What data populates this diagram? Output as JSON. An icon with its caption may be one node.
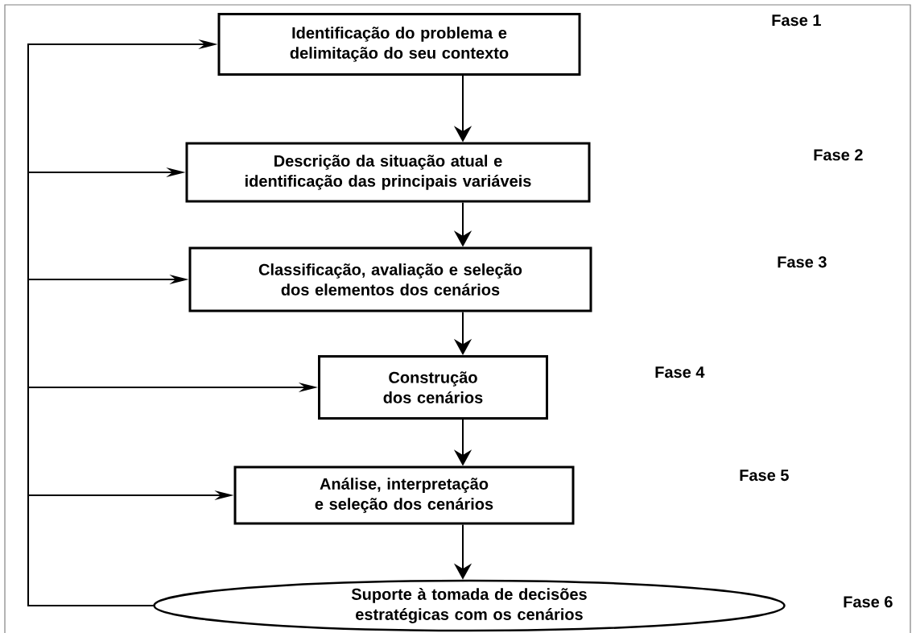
{
  "diagram": {
    "nodes": [
      {
        "text": [
          "Identificação do problema e delimitação do seu contexto"
        ]
      },
      {
        "text": [
          "Descrição da situação atual e identificação das principais variáveis"
        ]
      },
      {
        "text": [
          "Classificação, avaliação e seleção dos elementos dos cenários"
        ]
      },
      {
        "text": [
          "Construção dos cenários"
        ]
      },
      {
        "text": [
          "Análise, interpretação e seleção dos cenários"
        ]
      },
      {
        "text": [
          "Suporte à tomada de decisões estratégicas com os cenários"
        ]
      }
    ],
    "labels": [
      "Fase 1",
      "Fase 2",
      "Fase 3",
      "Fase 4",
      "Fase 5",
      "Fase 6"
    ],
    "edges": [
      {
        "from": 0,
        "to": 1,
        "arrow": "to"
      },
      {
        "from": 1,
        "to": 2,
        "arrow": "to"
      },
      {
        "from": 2,
        "to": 3,
        "arrow": "to"
      },
      {
        "from": 3,
        "to": 4,
        "arrow": "to"
      },
      {
        "from": 4,
        "to": 5,
        "arrow": "to"
      },
      {
        "from": 5,
        "to": 0,
        "arrow": "to"
      },
      {
        "from": 5,
        "to": 1,
        "arrow": "to"
      },
      {
        "from": 5,
        "to": 2,
        "arrow": "to"
      },
      {
        "from": 5,
        "to": 3,
        "arrow": "to"
      },
      {
        "from": 5,
        "to": 4,
        "arrow": "to"
      }
    ]
  }
}
